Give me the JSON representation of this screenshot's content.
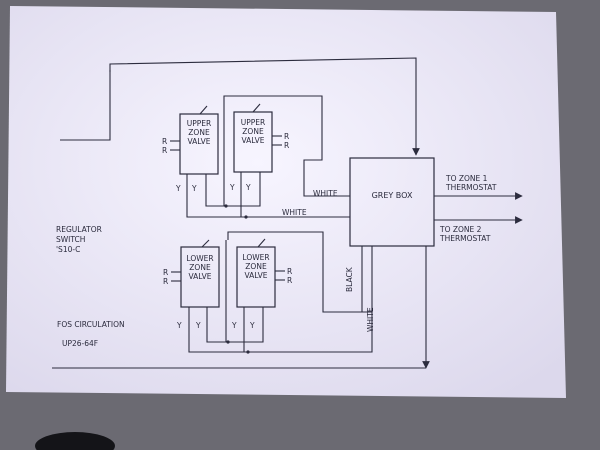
{
  "valves": {
    "upper_left": [
      "UPPER",
      "ZONE",
      "VALVE"
    ],
    "upper_right": [
      "UPPER",
      "ZONE",
      "VALVE"
    ],
    "lower_left": [
      "LOWER",
      "ZONE",
      "VALVE"
    ],
    "lower_right": [
      "LOWER",
      "ZONE",
      "VALVE"
    ]
  },
  "terminals": {
    "r": "R",
    "y": "Y"
  },
  "grey_box": "GREY BOX",
  "wires": {
    "white": "WHITE",
    "black": "BLACK"
  },
  "outputs": {
    "zone1": [
      "TO ZONE 1",
      "THERMOSTAT"
    ],
    "zone2": [
      "TO ZONE 2",
      "THERMOSTAT"
    ]
  },
  "left_labels": {
    "regulator": [
      "REGULATOR",
      "SWITCH",
      "'S10-C"
    ],
    "circulation": "FOS CIRCULATION",
    "pump": "UP26-64F"
  },
  "colors": {
    "paper": "#f3f1fb",
    "ink": "#2c2c3e",
    "background": "#6b6a72"
  }
}
